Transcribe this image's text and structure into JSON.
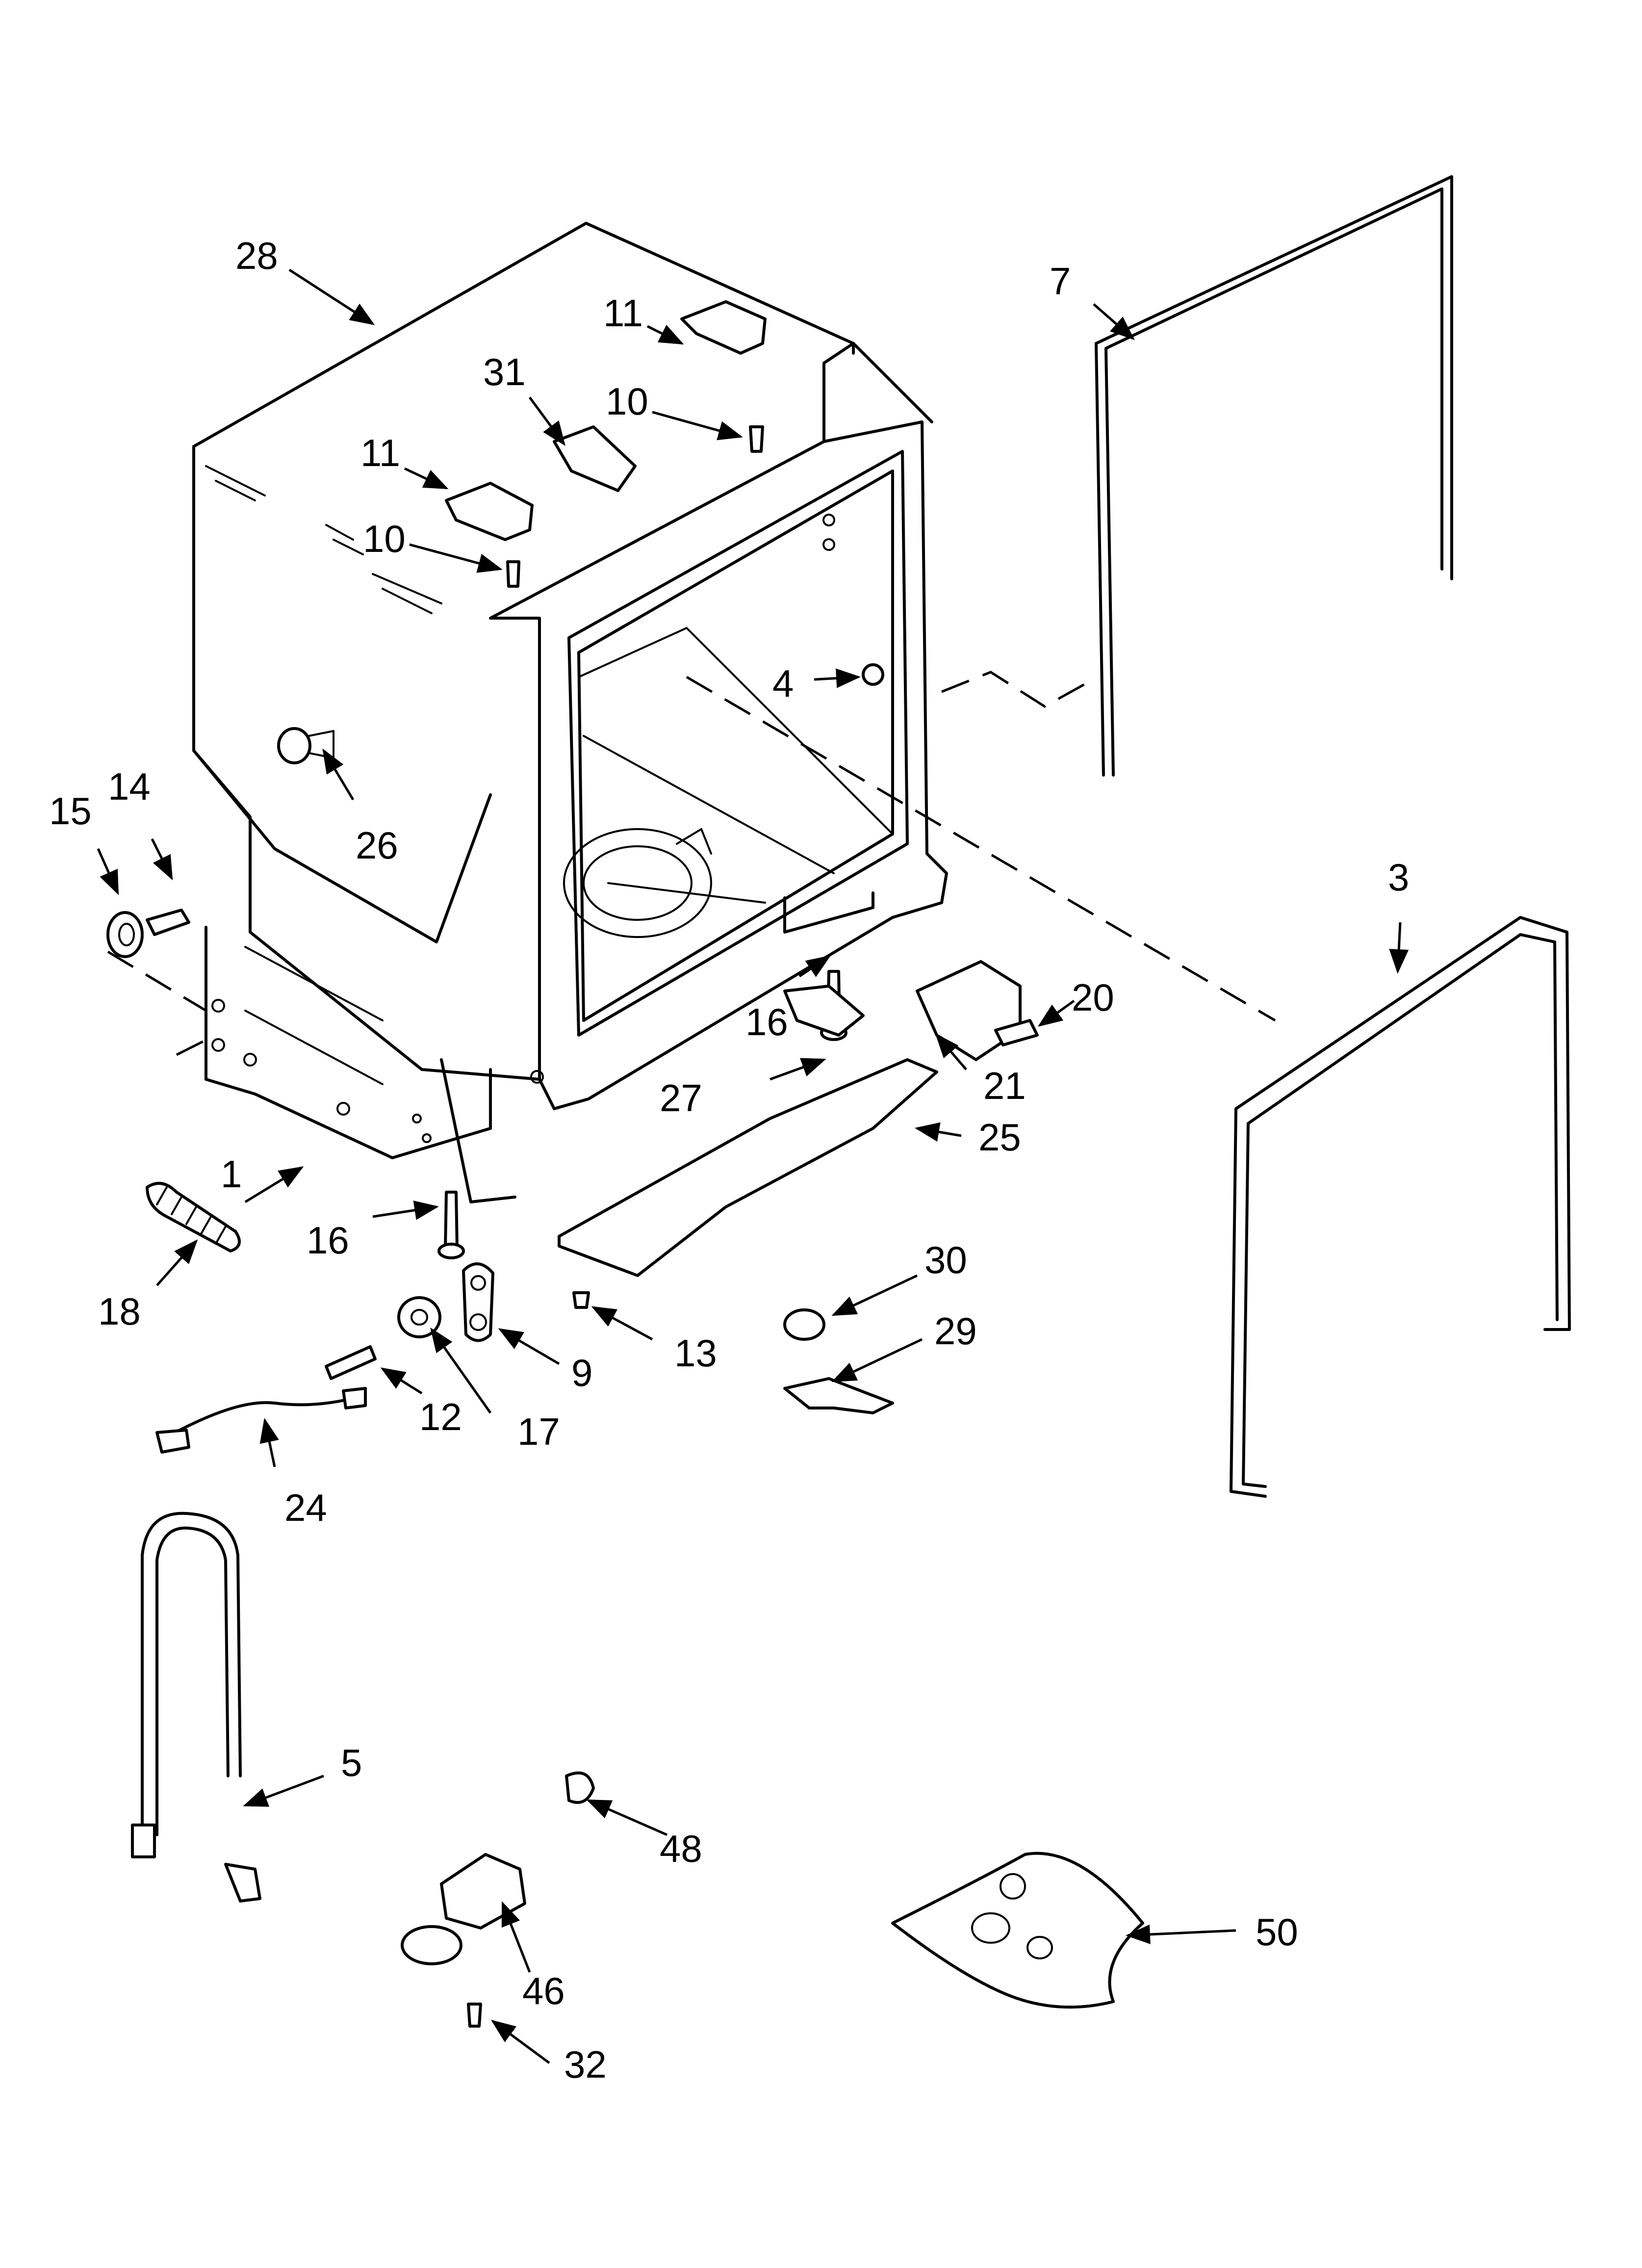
{
  "callouts": {
    "c28": "28",
    "c7": "7",
    "c11a": "11",
    "c10a": "10",
    "c31": "31",
    "c11b": "11",
    "c10b": "10",
    "c4": "4",
    "c26": "26",
    "c14": "14",
    "c15": "15",
    "c3": "3",
    "c20": "20",
    "c16a": "16",
    "c21": "21",
    "c27": "27",
    "c25": "25",
    "c1": "1",
    "c16b": "16",
    "c18": "18",
    "c30": "30",
    "c9": "9",
    "c13": "13",
    "c29": "29",
    "c12": "12",
    "c17": "17",
    "c24": "24",
    "c5": "5",
    "c48": "48",
    "c46": "46",
    "c32": "32",
    "c50": "50"
  }
}
